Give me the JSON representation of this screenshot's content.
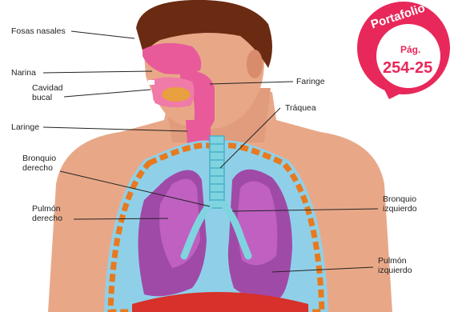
{
  "labels": {
    "fosas_nasales": "Fosas nasales",
    "narina": "Narina",
    "cavidad_bucal": "Cavidad bucal",
    "laringe": "Laringe",
    "bronquio_derecho": "Bronquio derecho",
    "pulmon_derecho": "Pulmón derecho",
    "faringe": "Faringe",
    "traquea": "Tráquea",
    "bronquio_izquierdo": "Bronquio izquierdo",
    "pulmon_izquierdo": "Pulmón izquierdo"
  },
  "badge": {
    "title": "Portafolio",
    "page_label": "Pág.",
    "pages": "254-25"
  },
  "colors": {
    "badge": "#e8285a",
    "hair": "#6b2a12",
    "skin": "#e8a888",
    "airway": "#e85a9a",
    "trachea": "#7fd4e0",
    "lung": "#a04aa8",
    "lung_light": "#c060c0",
    "ribs": "#e8791f",
    "pleura": "#8fd0e8"
  }
}
